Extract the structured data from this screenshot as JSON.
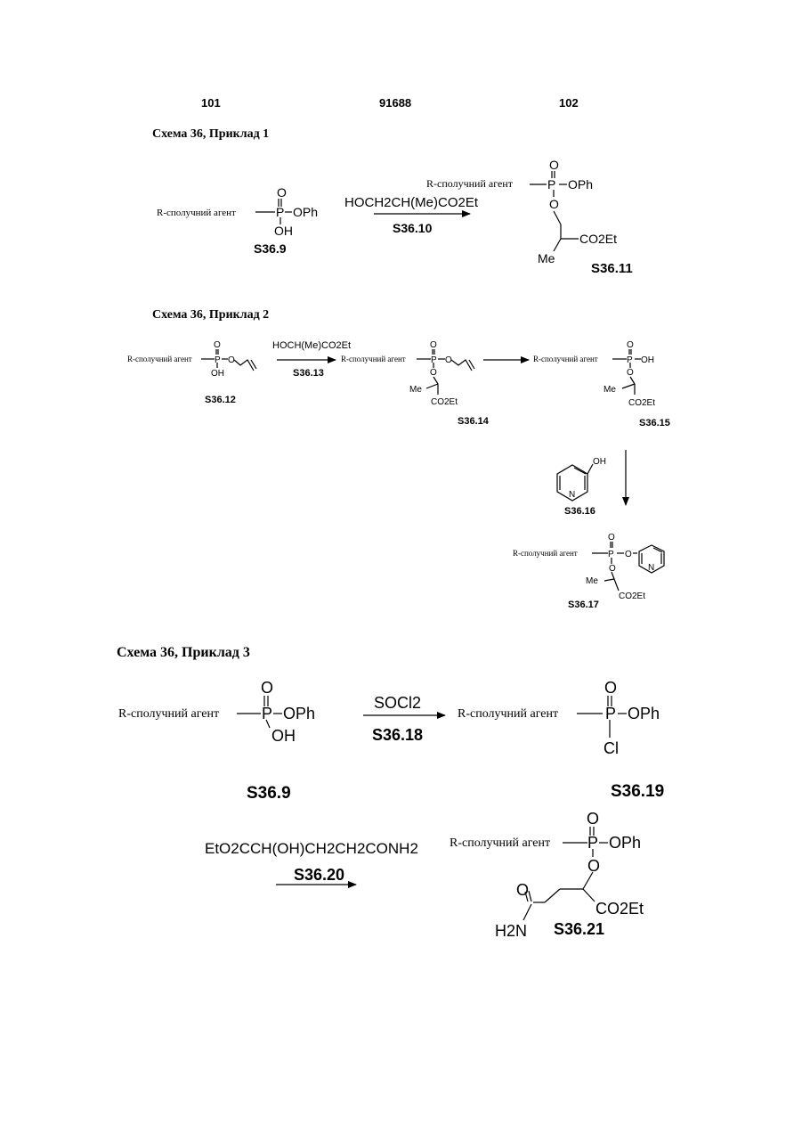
{
  "header": {
    "left_page": "101",
    "patent_number": "91688",
    "right_page": "102"
  },
  "reagent_label": "R-сполучний агент",
  "groups": {
    "OPh": "OPh",
    "OH": "OH",
    "O": "O",
    "P": "P",
    "Cl": "Cl",
    "Me": "Me",
    "CO2Et": "CO2Et",
    "N": "N",
    "H2N": "H2N"
  },
  "example1": {
    "title": "Схема 36, Приклад 1",
    "reactant_label": "S36.9",
    "reagent": "HOCH2CH(Me)CO2Et",
    "reagent_label": "S36.10",
    "product_label": "S36.11"
  },
  "example2": {
    "title": "Схема 36, Приклад 2",
    "reactant_label": "S36.12",
    "reagent": "HOCH(Me)CO2Et",
    "reagent_label": "S36.13",
    "intermediate_label": "S36.14",
    "acid_label": "S36.15",
    "pyridinol_label": "S36.16",
    "product_label": "S36.17"
  },
  "example3": {
    "title": "Схема 36, Приклад 3",
    "reactant_label": "S36.9",
    "reagent": "SOCl2",
    "reagent_label": "S36.18",
    "chloride_label": "S36.19",
    "reagent2": "EtO2CCH(OH)CH2CH2CONH2",
    "reagent2_label": "S36.20",
    "product_label": "S36.21"
  }
}
